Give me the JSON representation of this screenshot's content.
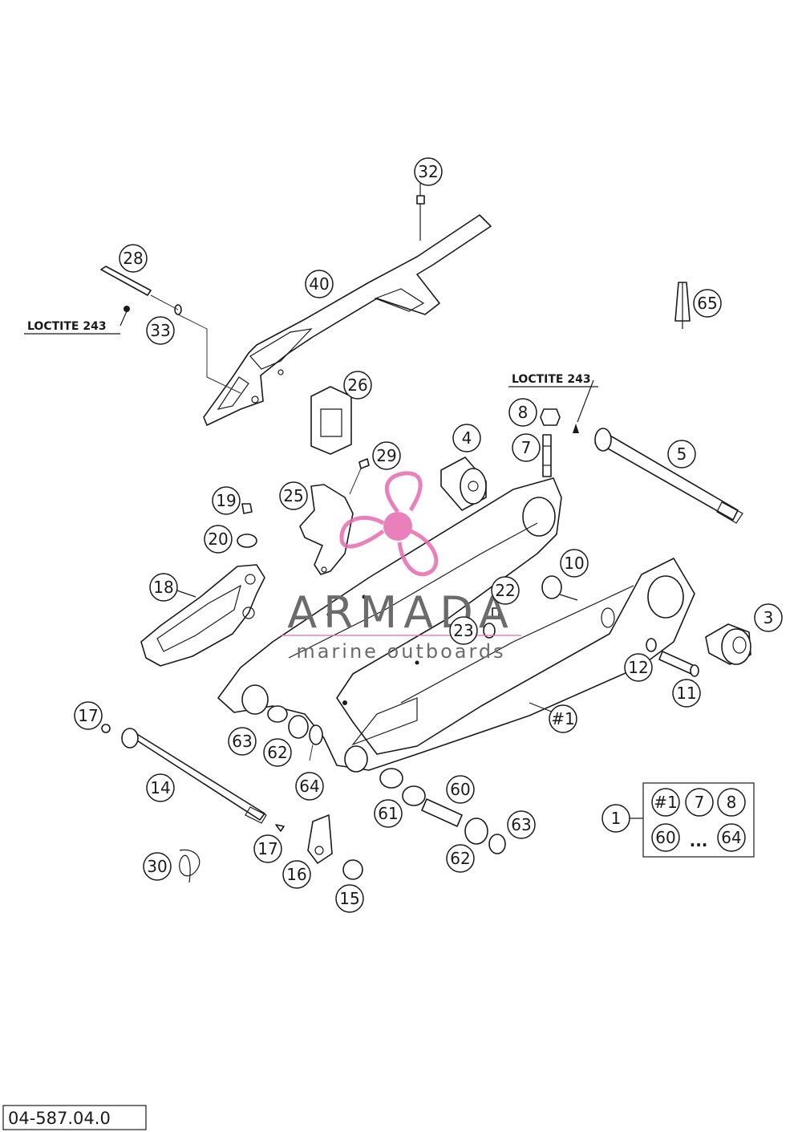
{
  "callouts": [
    {
      "id": "c32",
      "label": "32"
    },
    {
      "id": "c28",
      "label": "28"
    },
    {
      "id": "c40",
      "label": "40"
    },
    {
      "id": "c33",
      "label": "33"
    },
    {
      "id": "c65",
      "label": "65"
    },
    {
      "id": "c26",
      "label": "26"
    },
    {
      "id": "c8",
      "label": "8"
    },
    {
      "id": "c7",
      "label": "7"
    },
    {
      "id": "c4",
      "label": "4"
    },
    {
      "id": "c5",
      "label": "5"
    },
    {
      "id": "c29",
      "label": "29"
    },
    {
      "id": "c25",
      "label": "25"
    },
    {
      "id": "c19",
      "label": "19"
    },
    {
      "id": "c20",
      "label": "20"
    },
    {
      "id": "c10",
      "label": "10"
    },
    {
      "id": "c18",
      "label": "18"
    },
    {
      "id": "c22",
      "label": "22"
    },
    {
      "id": "c23",
      "label": "23"
    },
    {
      "id": "c3",
      "label": "3"
    },
    {
      "id": "c12",
      "label": "12"
    },
    {
      "id": "c11",
      "label": "11"
    },
    {
      "id": "c1hash",
      "label": "#1"
    },
    {
      "id": "c17a",
      "label": "17"
    },
    {
      "id": "c63a",
      "label": "63"
    },
    {
      "id": "c62a",
      "label": "62"
    },
    {
      "id": "c64",
      "label": "64"
    },
    {
      "id": "c60",
      "label": "60"
    },
    {
      "id": "c14",
      "label": "14"
    },
    {
      "id": "c61",
      "label": "61"
    },
    {
      "id": "c63b",
      "label": "63"
    },
    {
      "id": "c17b",
      "label": "17"
    },
    {
      "id": "c30",
      "label": "30"
    },
    {
      "id": "c16",
      "label": "16"
    },
    {
      "id": "c62b",
      "label": "62"
    },
    {
      "id": "c15",
      "label": "15"
    },
    {
      "id": "c1",
      "label": "1"
    }
  ],
  "kit": {
    "members": [
      "#1",
      "7",
      "8",
      "60",
      "64"
    ],
    "ellipsis": "..."
  },
  "annotations": {
    "loctite_left": "LOCTITE 243",
    "loctite_right": "LOCTITE 243"
  },
  "watermark": {
    "brand": "ARMADA",
    "tagline": "marine outboards",
    "logo_color": "#e66ab0"
  },
  "diagram_code": "04-587.04.0"
}
